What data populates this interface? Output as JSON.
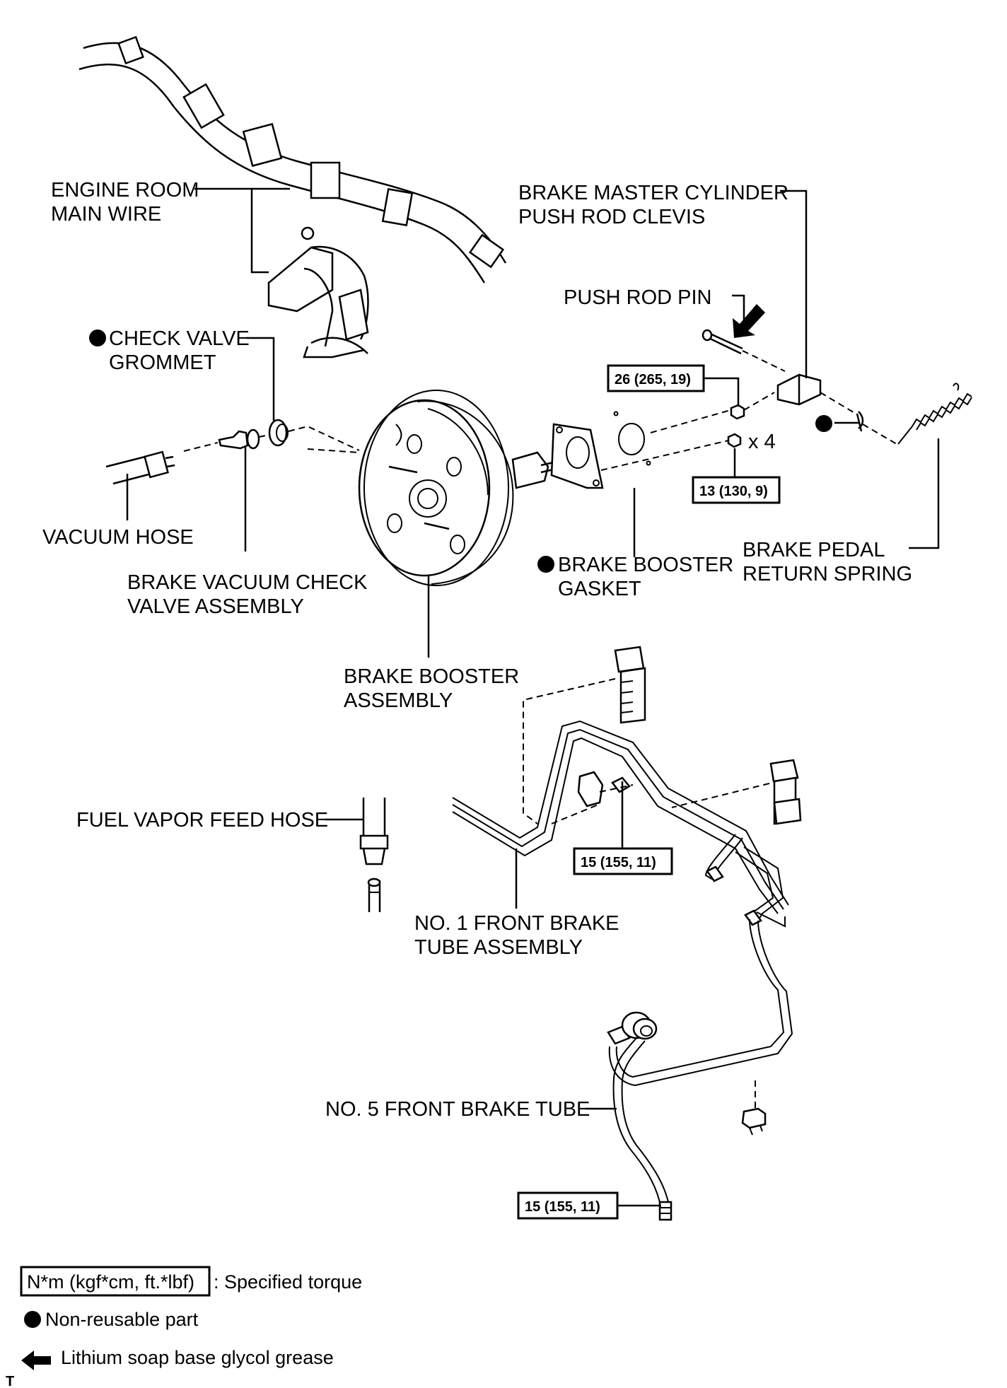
{
  "labels": {
    "engine_room_main_wire": [
      "ENGINE ROOM",
      "MAIN WIRE"
    ],
    "master_cylinder_clevis": [
      "BRAKE MASTER CYLINDER",
      "PUSH ROD CLEVIS"
    ],
    "push_rod_pin": "PUSH ROD PIN",
    "check_valve_grommet": [
      "CHECK VALVE",
      "GROMMET"
    ],
    "vacuum_hose": "VACUUM HOSE",
    "check_valve_assembly": [
      "BRAKE VACUUM CHECK",
      "VALVE ASSEMBLY"
    ],
    "booster_gasket": [
      "BRAKE BOOSTER",
      "GASKET"
    ],
    "pedal_return_spring": [
      "BRAKE PEDAL",
      "RETURN SPRING"
    ],
    "booster_assembly": [
      "BRAKE BOOSTER",
      "ASSEMBLY"
    ],
    "fuel_vapor_feed_hose": "FUEL VAPOR FEED HOSE",
    "no1_front_brake_tube": [
      "NO. 1 FRONT BRAKE",
      "TUBE ASSEMBLY"
    ],
    "no5_front_brake_tube": "NO. 5 FRONT BRAKE TUBE",
    "nut_quantity": "x 4"
  },
  "torques": {
    "clevis_nut": "26 (265, 19)",
    "booster_nuts": "13 (130, 9)",
    "no1_tube_union": "15 (155, 11)",
    "no5_tube_union": "15 (155, 11)"
  },
  "legend": {
    "torque_unit": "N*m (kgf*cm, ft.*lbf)",
    "torque_desc": ": Specified torque",
    "non_reusable": "Non-reusable part",
    "grease": "Lithium soap base glycol grease"
  },
  "corner_mark": "T"
}
